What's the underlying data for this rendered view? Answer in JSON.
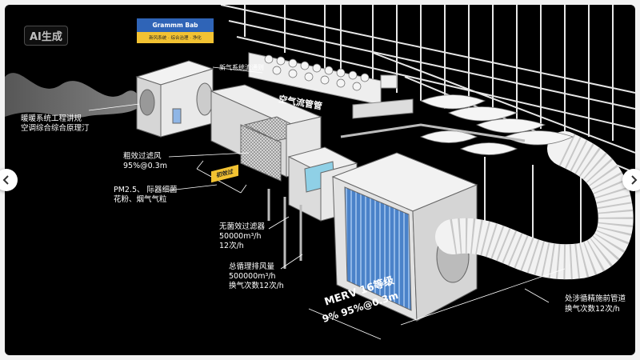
{
  "watermark": "AI生成",
  "nav": {
    "prev_icon": "chevron-left-icon",
    "next_icon": "chevron-right-icon"
  },
  "sign": {
    "title": "Grammm Bab",
    "subtitle": "新风系统 · 综合治理 · 净化"
  },
  "labels": {
    "fresh_air": "新气系统流通则",
    "air_pipe": "空气流管管",
    "system_title": "暖暖系统工程讲规",
    "system_sub": "空调综合综合原理汀",
    "coarse_filter": "粗效过滤风",
    "coarse_spec": "95%@0.3m",
    "tag": "初效过",
    "pm": "PM2.5、 际器细菌",
    "pollen": "花粉、烟气气粒",
    "no_filter": "无菌效过滤器",
    "no_filter_flow": "50000m³/h",
    "no_filter_ach": "12次/h",
    "total_flow": "总循理排风量",
    "total_value": "500000m³/h",
    "total_ach": "换气次数12次/h",
    "merv_grade": "MERV 16等级",
    "merv_eff": "9%  95%@0.3m",
    "duct_label": "处涉循精施前管道",
    "duct_ach": "换气次数12次/h"
  },
  "colors": {
    "background": "#000000",
    "filter_blue": "#4a82c9",
    "sign_blue": "#2f64b7",
    "sign_yellow": "#f2c232"
  }
}
